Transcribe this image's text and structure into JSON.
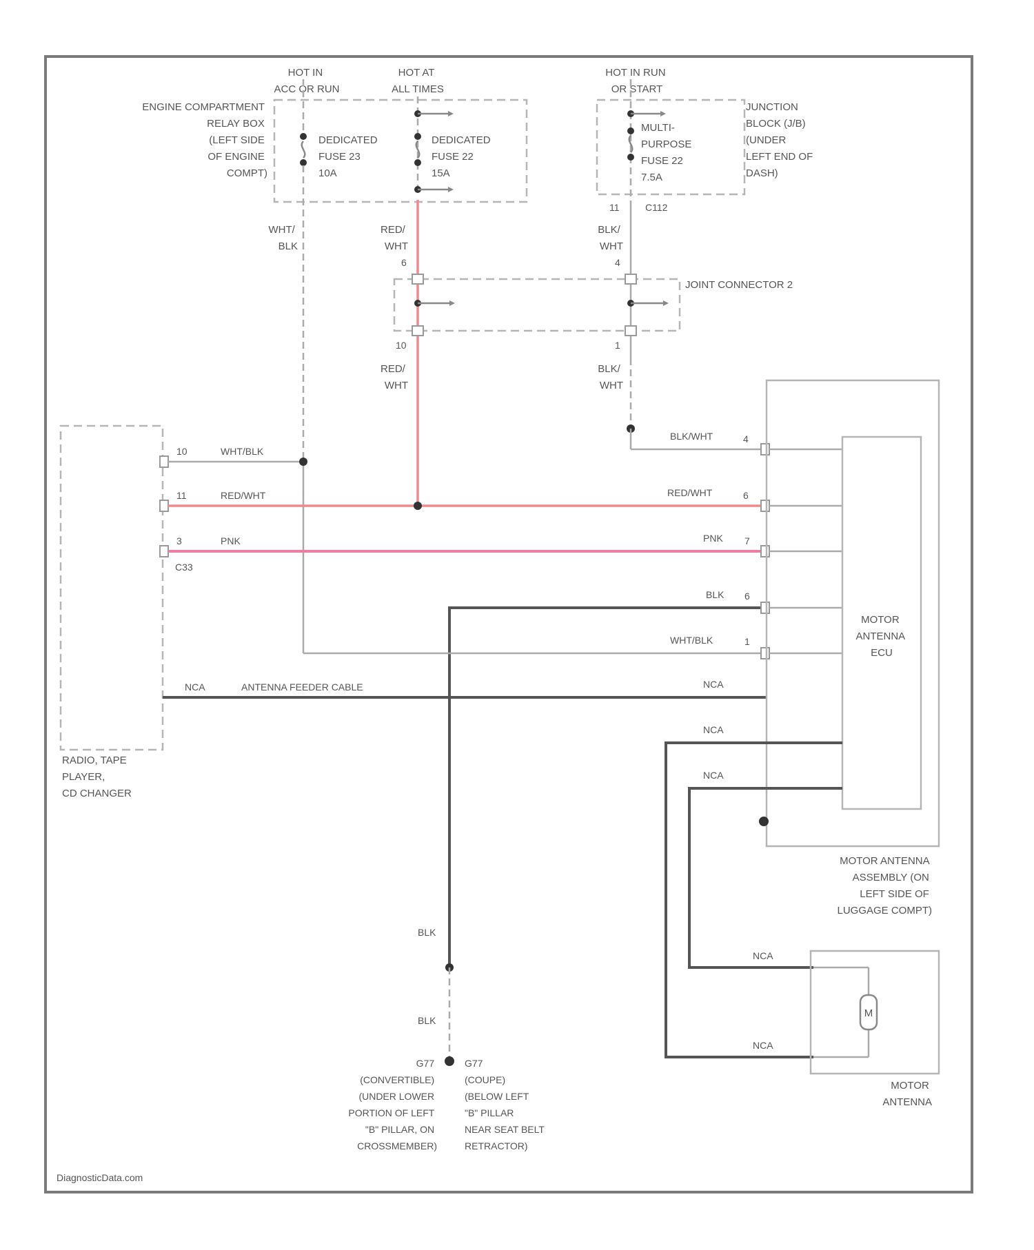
{
  "power": {
    "hot_acc": [
      "HOT IN",
      "ACC OR RUN"
    ],
    "hot_all": [
      "HOT AT",
      "ALL TIMES"
    ],
    "hot_run": [
      "HOT IN RUN",
      "OR START"
    ]
  },
  "relay_box": {
    "lines": [
      "ENGINE COMPARTMENT",
      "RELAY BOX",
      "(LEFT SIDE",
      "OF ENGINE",
      "COMPT)"
    ]
  },
  "fuse_a": {
    "lines": [
      "DEDICATED",
      "FUSE 23",
      "10A"
    ]
  },
  "fuse_b": {
    "lines": [
      "DEDICATED",
      "FUSE 22",
      "15A"
    ]
  },
  "fuse_c": {
    "lines": [
      "MULTI-",
      "PURPOSE",
      "FUSE 22",
      "7.5A"
    ]
  },
  "junction_block": {
    "lines": [
      "JUNCTION",
      "BLOCK (J/B)",
      "(UNDER",
      "LEFT END OF",
      "DASH)"
    ]
  },
  "joint_connector": {
    "label": "JOINT CONNECTOR 2"
  },
  "connector_c112": {
    "pin": "11",
    "name": "C112"
  },
  "wires": {
    "wht_blk_v": [
      "WHT/",
      "BLK"
    ],
    "red_wht_top": [
      "RED/",
      "WHT"
    ],
    "red_wht_bottom": [
      "RED/",
      "WHT"
    ],
    "blk_wht_top": [
      "BLK/",
      "WHT"
    ],
    "blk_wht_bottom": [
      "BLK/",
      "WHT"
    ],
    "pin_red_top": "6",
    "pin_red_bottom": "10",
    "pin_blk_top": "4",
    "pin_blk_bottom": "1"
  },
  "radio": {
    "lines": [
      "RADIO, TAPE",
      "PLAYER,",
      "CD CHANGER"
    ],
    "pins": [
      {
        "pin": "10",
        "wire": "WHT/BLK"
      },
      {
        "pin": "11",
        "wire": "RED/WHT"
      },
      {
        "pin": "3",
        "wire": "PNK"
      }
    ],
    "connector": "C33"
  },
  "ecu_pins": [
    {
      "wire": "BLK/WHT",
      "pin": "4"
    },
    {
      "wire": "RED/WHT",
      "pin": "6"
    },
    {
      "wire": "PNK",
      "pin": "7"
    },
    {
      "wire": "BLK",
      "pin": "6"
    },
    {
      "wire": "WHT/BLK",
      "pin": "1"
    }
  ],
  "feeder": {
    "nca": "NCA",
    "label": "ANTENNA FEEDER CABLE",
    "right": "NCA"
  },
  "nca_labels": [
    "NCA",
    "NCA",
    "NCA",
    "NCA"
  ],
  "ecu": {
    "lines": [
      "MOTOR",
      "ANTENNA",
      "ECU"
    ]
  },
  "assembly": {
    "lines": [
      "MOTOR ANTENNA",
      "ASSEMBLY (ON",
      "LEFT SIDE OF",
      "LUGGAGE COMPT)"
    ]
  },
  "motor": {
    "symbol": "M",
    "lines": [
      "MOTOR",
      "ANTENNA"
    ]
  },
  "ground": {
    "blk_top": "BLK",
    "blk_bottom": "BLK",
    "left_lines": [
      "G77",
      "(CONVERTIBLE)",
      "(UNDER LOWER",
      "PORTION OF LEFT",
      "\"B\" PILLAR, ON",
      "CROSSMEMBER)"
    ],
    "right_lines": [
      "G77",
      "(COUPE)",
      "(BELOW LEFT",
      "\"B\" PILLAR",
      "NEAR SEAT BELT",
      "RETRACTOR)"
    ]
  },
  "footer": "DiagnosticData.com",
  "colors": {
    "red_wht": "#f08a8a",
    "pnk": "#f07ca0",
    "blk": "#555555",
    "wht_blk": "#aaaaaa"
  }
}
